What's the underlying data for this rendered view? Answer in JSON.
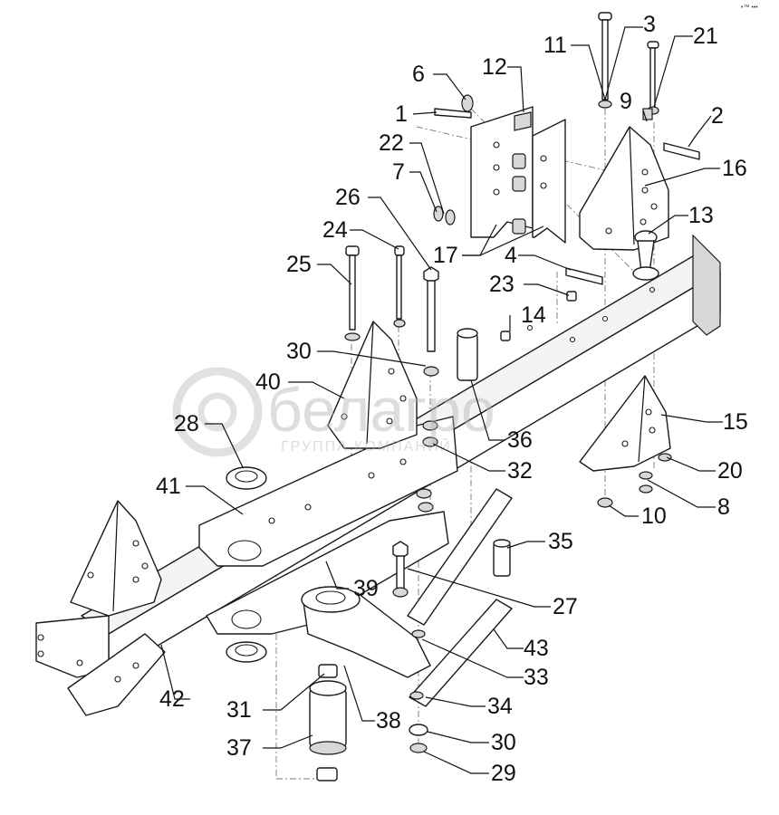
{
  "corner_mark": "•™ •••",
  "watermark": {
    "brand": "белагро",
    "subtitle": "ГРУППА КОМПАНИЙ"
  },
  "callouts": [
    {
      "id": "c3",
      "text": "3"
    },
    {
      "id": "c11",
      "text": "11"
    },
    {
      "id": "c21",
      "text": "21"
    },
    {
      "id": "c6",
      "text": "6"
    },
    {
      "id": "c12",
      "text": "12"
    },
    {
      "id": "c9",
      "text": "9"
    },
    {
      "id": "c2",
      "text": "2"
    },
    {
      "id": "c1",
      "text": "1"
    },
    {
      "id": "c22",
      "text": "22"
    },
    {
      "id": "c16",
      "text": "16"
    },
    {
      "id": "c7",
      "text": "7"
    },
    {
      "id": "c26",
      "text": "26"
    },
    {
      "id": "c13",
      "text": "13"
    },
    {
      "id": "c24",
      "text": "24"
    },
    {
      "id": "c17",
      "text": "17"
    },
    {
      "id": "c4",
      "text": "4"
    },
    {
      "id": "c25",
      "text": "25"
    },
    {
      "id": "c23",
      "text": "23"
    },
    {
      "id": "c14",
      "text": "14"
    },
    {
      "id": "c30a",
      "text": "30"
    },
    {
      "id": "c40",
      "text": "40"
    },
    {
      "id": "c15",
      "text": "15"
    },
    {
      "id": "c28",
      "text": "28"
    },
    {
      "id": "c36",
      "text": "36"
    },
    {
      "id": "c32",
      "text": "32"
    },
    {
      "id": "c20",
      "text": "20"
    },
    {
      "id": "c41",
      "text": "41"
    },
    {
      "id": "c8",
      "text": "8"
    },
    {
      "id": "c10",
      "text": "10"
    },
    {
      "id": "c35",
      "text": "35"
    },
    {
      "id": "c39",
      "text": "39"
    },
    {
      "id": "c27",
      "text": "27"
    },
    {
      "id": "c43",
      "text": "43"
    },
    {
      "id": "c33",
      "text": "33"
    },
    {
      "id": "c42",
      "text": "42"
    },
    {
      "id": "c31",
      "text": "31"
    },
    {
      "id": "c34",
      "text": "34"
    },
    {
      "id": "c38",
      "text": "38"
    },
    {
      "id": "c30b",
      "text": "30"
    },
    {
      "id": "c37",
      "text": "37"
    },
    {
      "id": "c29",
      "text": "29"
    }
  ]
}
